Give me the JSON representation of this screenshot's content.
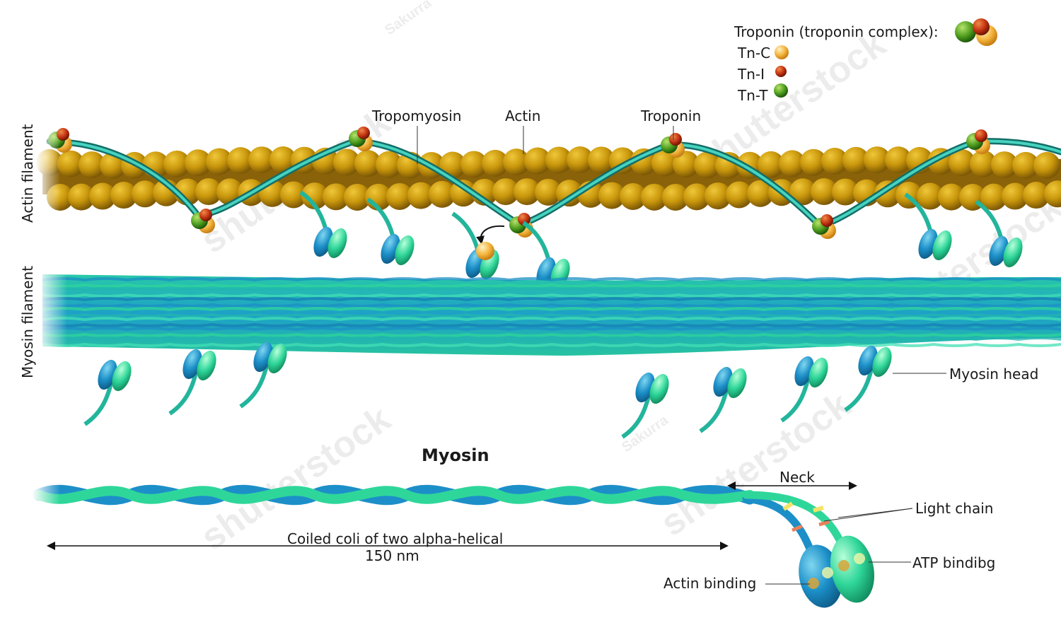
{
  "labels": {
    "actin_filament": "Actin filament",
    "myosin_filament": "Myosin filament",
    "tropomyosin": "Tropomyosin",
    "actin": "Actin",
    "troponin": "Troponin",
    "myosin_head": "Myosin head",
    "myosin_title": "Myosin",
    "neck": "Neck",
    "light_chain": "Light chain",
    "atp_binding": "ATP bindibg",
    "actin_binding": "Actin binding",
    "coiled_line1": "Coiled coli of two alpha-helical",
    "coiled_line2": "150 nm"
  },
  "legend": {
    "title": "Troponin (troponin complex):",
    "items": [
      {
        "label": "Tn-C",
        "color": "#f3b43b"
      },
      {
        "label": "Tn-I",
        "color": "#c43312"
      },
      {
        "label": "Tn-T",
        "color": "#4f9e1f"
      }
    ]
  },
  "watermarks": {
    "brand": "shutterstock",
    "author": "Sakurra"
  },
  "colors": {
    "actin": "#c9970c",
    "actin_dark": "#8a6209",
    "tropomyosin": "#2fb7a4",
    "myosin_green": "#2fd69a",
    "myosin_blue": "#1c8fc8",
    "myosin_teal": "#22b5b0"
  }
}
